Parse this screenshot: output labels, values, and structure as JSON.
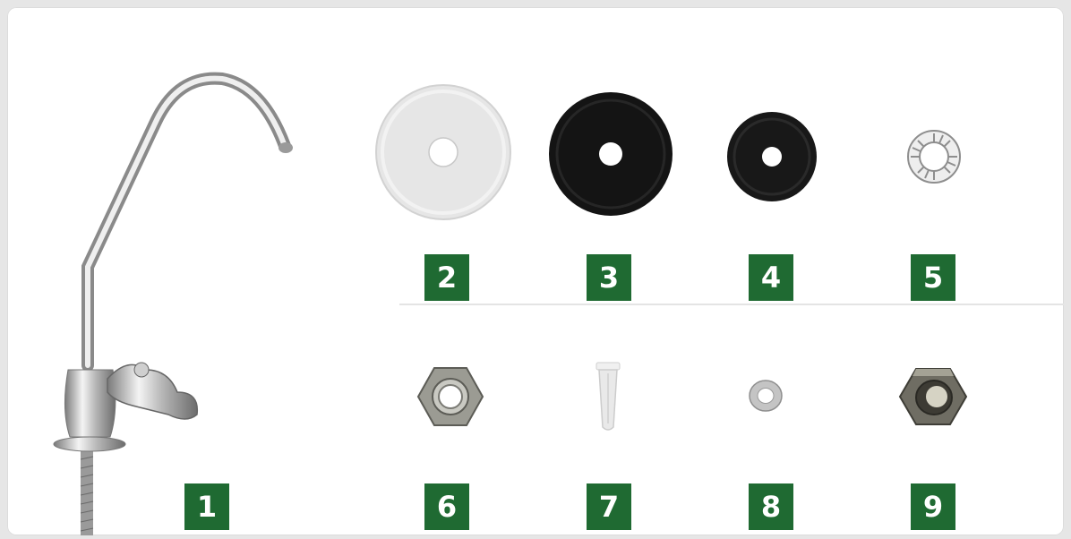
{
  "parts": [
    {
      "number": "1",
      "item": "faucet-icon"
    },
    {
      "number": "2",
      "item": "white-washer-icon"
    },
    {
      "number": "3",
      "item": "large-black-washer-icon"
    },
    {
      "number": "4",
      "item": "small-black-washer-icon"
    },
    {
      "number": "5",
      "item": "lock-washer-icon"
    },
    {
      "number": "6",
      "item": "hex-nut-icon"
    },
    {
      "number": "7",
      "item": "plastic-anchor-icon"
    },
    {
      "number": "8",
      "item": "small-washer-icon"
    },
    {
      "number": "9",
      "item": "compression-nut-icon"
    }
  ],
  "colors": {
    "badge": "#1f6a32",
    "badge_text": "#ffffff",
    "background": "#ffffff"
  }
}
